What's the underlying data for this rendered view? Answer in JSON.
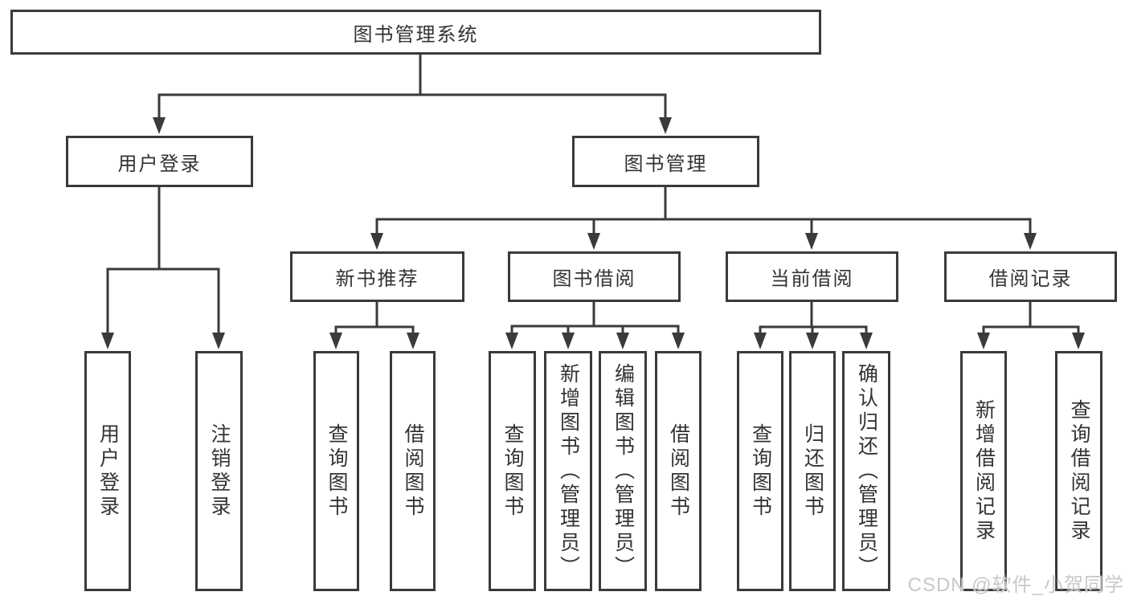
{
  "diagram_title": "图书管理系统",
  "colors": {
    "line": "#3a3a3a",
    "box_border": "#3a3a3a",
    "text": "#333333",
    "background": "#ffffff",
    "watermark": "#c8c8c8"
  },
  "watermark": {
    "text": "CSDN @软件_小贺同学"
  },
  "tree": {
    "label": "图书管理系统",
    "children": [
      {
        "label": "用户登录",
        "children": [
          {
            "label": "用户登录"
          },
          {
            "label": "注销登录"
          }
        ]
      },
      {
        "label": "图书管理",
        "children": [
          {
            "label": "新书推荐",
            "children": [
              {
                "label": "查询图书"
              },
              {
                "label": "借阅图书"
              }
            ]
          },
          {
            "label": "图书借阅",
            "children": [
              {
                "label": "查询图书"
              },
              {
                "label": "新增图书（管理员）"
              },
              {
                "label": "编辑图书（管理员）"
              },
              {
                "label": "借阅图书"
              }
            ]
          },
          {
            "label": "当前借阅",
            "children": [
              {
                "label": "查询图书"
              },
              {
                "label": "归还图书"
              },
              {
                "label": "确认归还（管理员）"
              }
            ]
          },
          {
            "label": "借阅记录",
            "children": [
              {
                "label": "新增借阅记录"
              },
              {
                "label": "查询借阅记录"
              }
            ]
          }
        ]
      }
    ]
  }
}
